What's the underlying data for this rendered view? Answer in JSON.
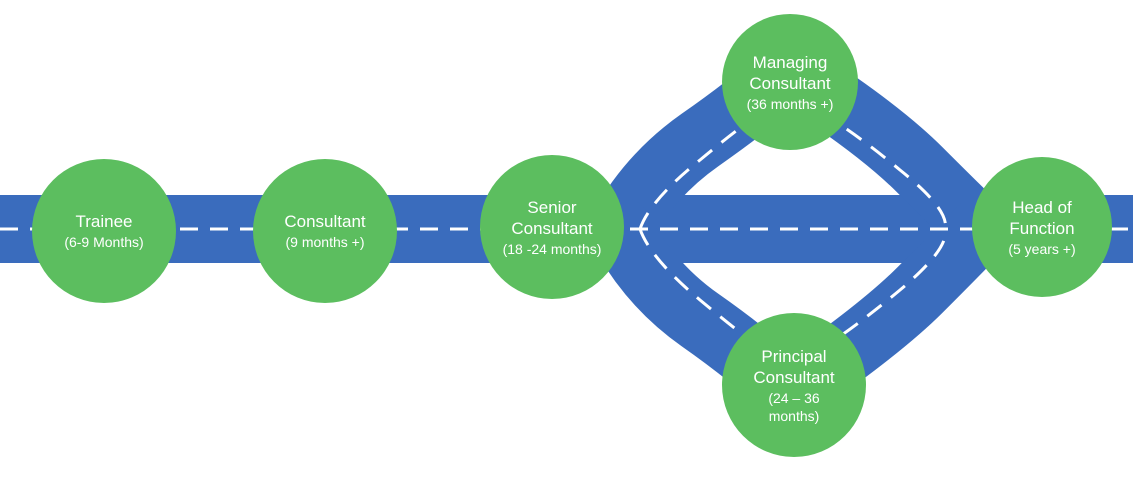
{
  "colors": {
    "road": "#3a6cbd",
    "road_dash": "#ffffff",
    "node": "#5cbe5f",
    "text": "#ffffff"
  },
  "nodes": {
    "trainee": {
      "title": "Trainee",
      "duration": "(6-9 Months)"
    },
    "consultant": {
      "title": "Consultant",
      "duration": "(9 months +)"
    },
    "senior": {
      "title": "Senior\nConsultant",
      "duration": "(18 -24 months)"
    },
    "managing": {
      "title": "Managing\nConsultant",
      "duration": "(36 months +)"
    },
    "principal": {
      "title": "Principal\nConsultant",
      "duration": "(24 – 36\nmonths)"
    },
    "head": {
      "title": "Head of\nFunction",
      "duration": "(5 years +)"
    }
  }
}
